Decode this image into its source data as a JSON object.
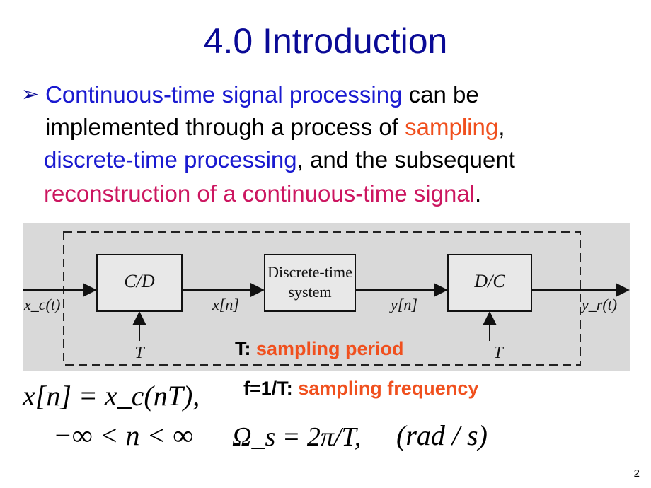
{
  "slide": {
    "title": "4.0 Introduction",
    "page_number": "2"
  },
  "bullet": {
    "line1_a": "Continuous-time signal processing",
    "line1_b": " can be",
    "line2_a": "implemented through a process of ",
    "line2_b": "sampling",
    "line2_c": ",",
    "line3_a": "discrete-time processing",
    "line3_b": ", and the subsequent",
    "line4_a": "reconstruction of a continuous-time signal",
    "line4_b": "."
  },
  "diagram": {
    "cd_label": "C/D",
    "dt_label_1": "Discrete-time",
    "dt_label_2": "system",
    "dc_label": "D/C",
    "input_label": "x_c(t)",
    "xn_label": "x[n]",
    "yn_label": "y[n]",
    "output_label": "y_r(t)",
    "T_left": "T",
    "T_right": "T"
  },
  "annotations": {
    "T_prefix": "T:",
    "T_text": " sampling period",
    "f_prefix": "f=1/T:",
    "f_text": " sampling frequency"
  },
  "equations": {
    "eq1": "x[n] = x_c(nT),",
    "eq2": "−∞ < n < ∞",
    "eq3": "Ω_s = 2π/T,",
    "eq4": "(rad / s)"
  },
  "colors": {
    "title": "#0a0a96",
    "highlight_blue": "#1a1ad0",
    "highlight_orange": "#f0501e",
    "highlight_magenta": "#cc1660"
  }
}
